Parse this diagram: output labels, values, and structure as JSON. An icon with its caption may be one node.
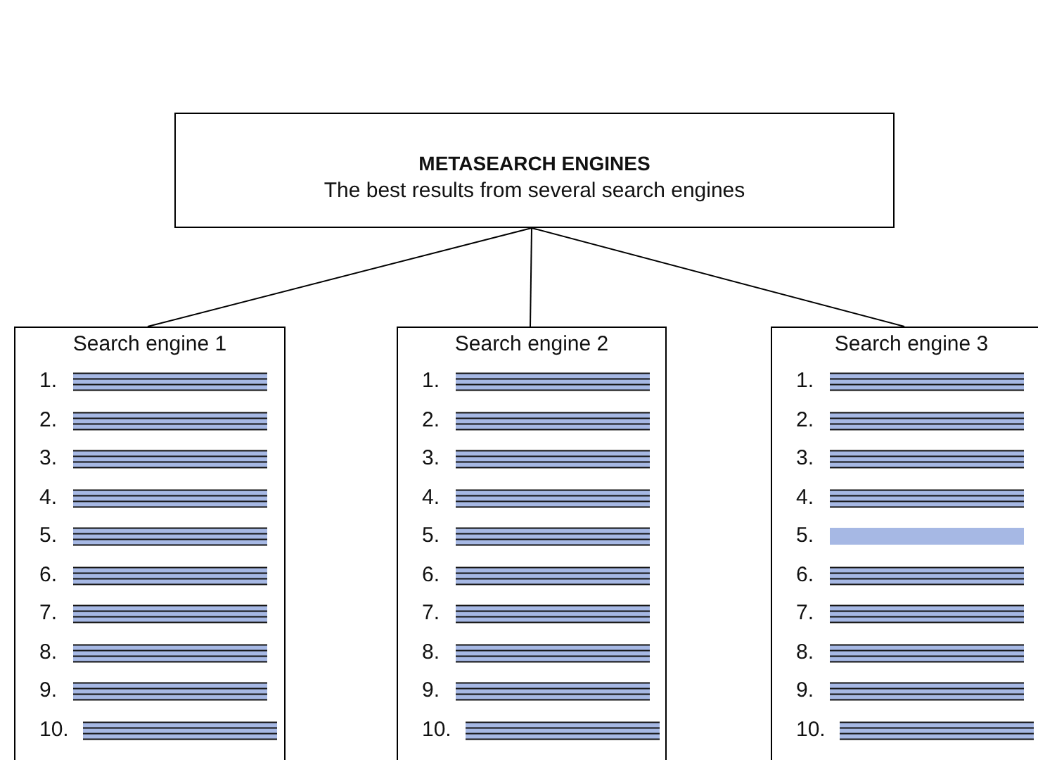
{
  "diagram": {
    "nodes": [
      {
        "text": [
          "METASEARCH ENGINES",
          "The best results from several search engines"
        ]
      },
      {
        "text": [
          "Search engine 1",
          "1.",
          "2.",
          "3.",
          "4.",
          "5.",
          "6.",
          "7.",
          "8.",
          "9.",
          "10."
        ]
      },
      {
        "text": [
          "Search engine 2",
          "1.",
          "2.",
          "3.",
          "4.",
          "5.",
          "6.",
          "7.",
          "8.",
          "9.",
          "10."
        ]
      },
      {
        "text": [
          "Search engine 3",
          "1.",
          "2.",
          "3.",
          "4.",
          "5.",
          "6.",
          "7.",
          "8.",
          "9.",
          "10."
        ]
      }
    ],
    "edges": [
      {
        "from": 0,
        "to": 1,
        "arrow": "none"
      },
      {
        "from": 0,
        "to": 2,
        "arrow": "none"
      },
      {
        "from": 0,
        "to": 3,
        "arrow": "none"
      }
    ]
  }
}
